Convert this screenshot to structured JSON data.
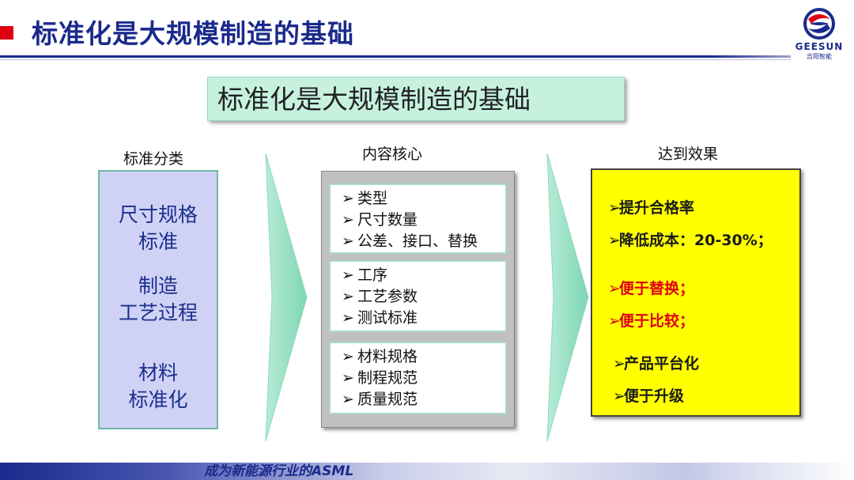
{
  "header": {
    "title": "标准化是大规模制造的基础",
    "logo_text": "GEESUN",
    "logo_subtext": "吉阳智能"
  },
  "banner": {
    "text": "标准化是大规模制造的基础"
  },
  "columns": {
    "left_heading": "标准分类",
    "middle_heading": "内容核心",
    "right_heading": "达到效果"
  },
  "left_box": {
    "items": [
      "尺寸规格\n标准",
      "制造\n工艺过程",
      "材料\n标准化"
    ]
  },
  "middle_box": {
    "groups": [
      [
        "类型",
        "尺寸数量",
        "公差、接口、替换"
      ],
      [
        "工序",
        "工艺参数",
        "测试标准"
      ],
      [
        "材料规格",
        "制程规范",
        "质量规范"
      ]
    ]
  },
  "right_box": {
    "items": [
      {
        "text": "提升合格率",
        "color": "#1a1a1a"
      },
      {
        "text": "降低成本：20-30%；",
        "color": "#1a1a1a"
      },
      {
        "text": "便于替换；",
        "color": "#e00010"
      },
      {
        "text": "便于比较；",
        "color": "#e00010"
      },
      {
        "text": "产品平台化",
        "color": "#1a1a1a"
      },
      {
        "text": "便于升级",
        "color": "#1a1a1a"
      }
    ]
  },
  "bullet_glyph": "➢",
  "footer": {
    "text": "成为新能源行业的ASML"
  },
  "colors": {
    "brand_blue": "#1a2a8c",
    "accent_red": "#e00010",
    "banner_green": "#c6f1df",
    "left_box_fill": "#cfd2f4",
    "highlight_yellow": "#ffff00"
  }
}
